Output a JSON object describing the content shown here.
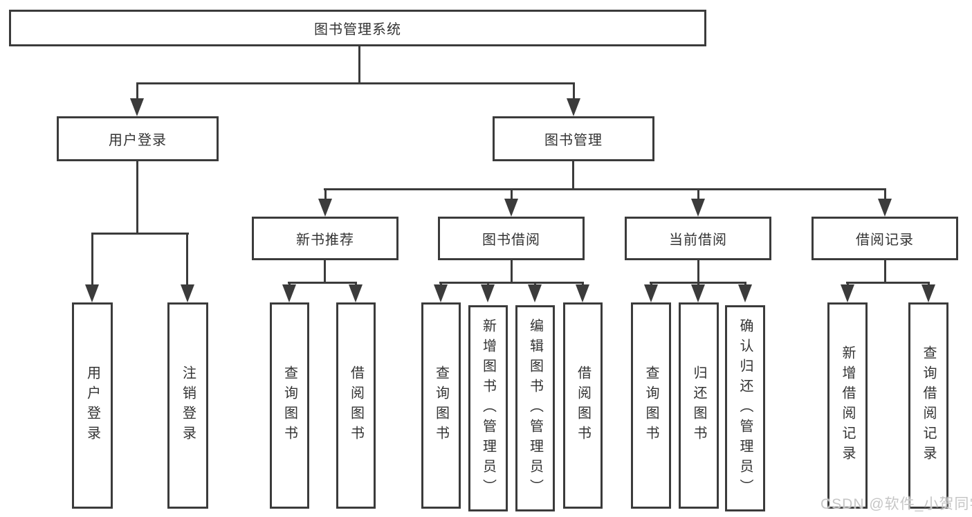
{
  "nodes": {
    "root": "图书管理系统",
    "login_branch": "用户登录",
    "book_mgmt_branch": "图书管理",
    "new_book_rec": "新书推荐",
    "book_borrow": "图书借阅",
    "current_borrow": "当前借阅",
    "borrow_record": "借阅记录",
    "leaf_user_login": "用户登录",
    "leaf_logout": "注销登录",
    "leaf_rec_query_book": "查询图书",
    "leaf_rec_borrow_book": "借阅图书",
    "leaf_bb_query_book": "查询图书",
    "leaf_bb_add_book": "新增图书（管理员）",
    "leaf_bb_edit_book": "编辑图书（管理员）",
    "leaf_bb_borrow_book": "借阅图书",
    "leaf_cb_query_book": "查询图书",
    "leaf_cb_return_book": "归还图书",
    "leaf_cb_confirm_return": "确认归还（管理员）",
    "leaf_br_add_record": "新增借阅记录",
    "leaf_br_query_record": "查询借阅记录"
  },
  "watermark": "CSDN @软件_小贺同学",
  "colors": {
    "line": "#3b3b3b",
    "text": "#333333",
    "watermark": "#c6c6c6",
    "background": "#ffffff"
  }
}
